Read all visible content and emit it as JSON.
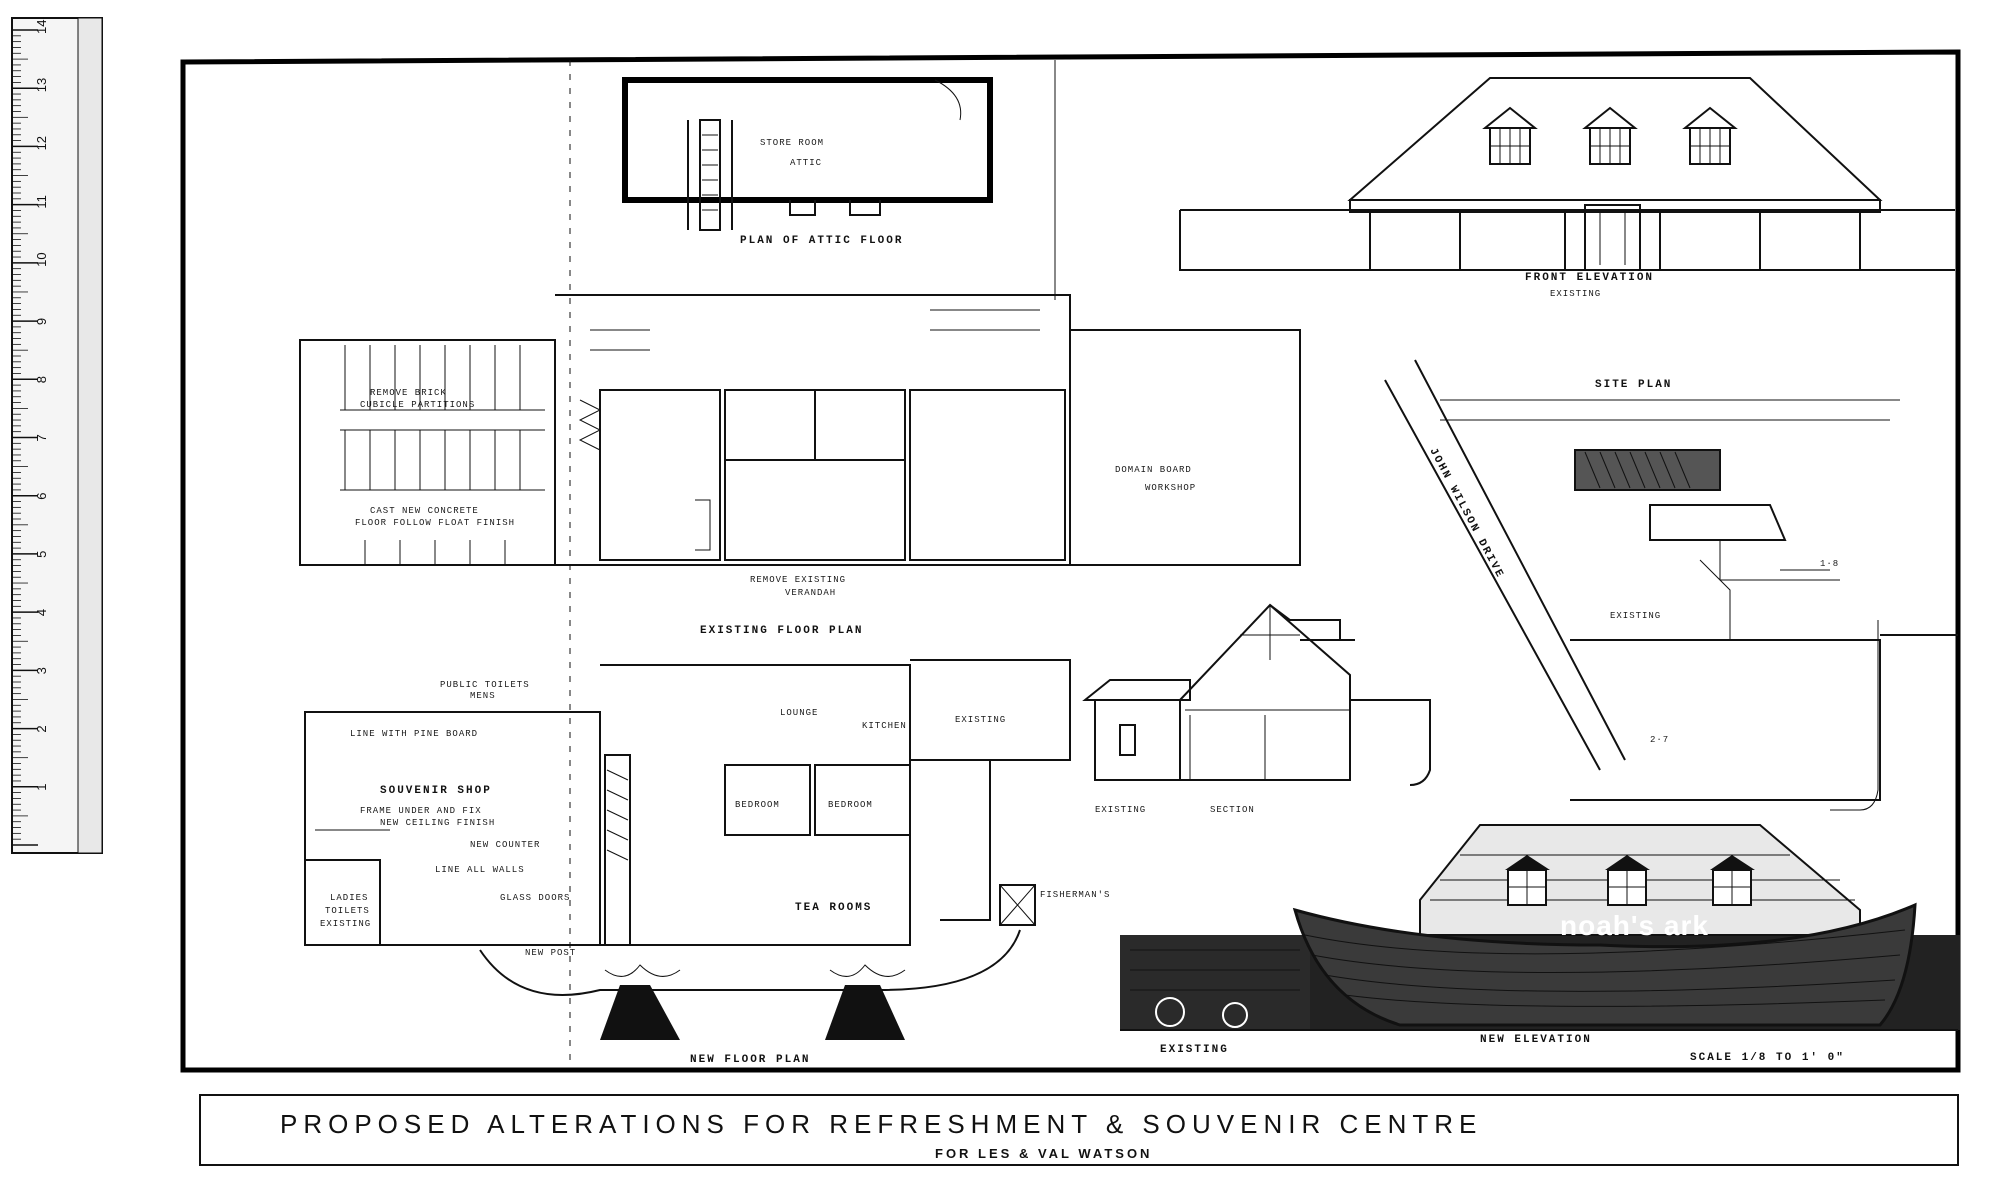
{
  "title": {
    "main": "PROPOSED ALTERATIONS FOR REFRESHMENT & SOUVENIR CENTRE",
    "client": "FOR LES & VAL WATSON"
  },
  "attic_plan": {
    "label": "PLAN OF ATTIC FLOOR",
    "store": "STORE ROOM",
    "store2": "ATTIC"
  },
  "front_elevation": {
    "label": "FRONT ELEVATION",
    "status": "EXISTING"
  },
  "existing_plan": {
    "label": "EXISTING FLOOR PLAN",
    "remove_brick": "REMOVE BRICK",
    "cubicle": "CUBICLE PARTITIONS",
    "cast_new": "CAST NEW CONCRETE",
    "floor_finish": "FLOOR FOLLOW FLOAT FINISH",
    "remove_existing": "REMOVE EXISTING",
    "verandah": "VERANDAH",
    "domain_board": "DOMAIN BOARD",
    "workshop": "WORKSHOP"
  },
  "site_plan": {
    "label": "SITE PLAN",
    "road": "JOHN WILSON DRIVE",
    "existing": "EXISTING",
    "dim_a": "1·8",
    "dim_b": "2·7"
  },
  "new_plan": {
    "label": "NEW FLOOR PLAN",
    "public_toilets": "PUBLIC TOILETS",
    "mens": "MENS",
    "line_with_pine": "LINE WITH PINE BOARD",
    "souvenir_shop": "SOUVENIR SHOP",
    "frame_under": "FRAME UNDER AND FIX",
    "new_ceiling": "NEW CEILING FINISH",
    "new_counter": "NEW COUNTER",
    "line_all_walls": "LINE ALL WALLS",
    "glass_doors": "GLASS DOORS",
    "ladies": "LADIES",
    "toilets": "TOILETS",
    "existing": "EXISTING",
    "lounge": "LOUNGE",
    "kitchen": "KITCHEN",
    "bedroom1": "BEDROOM",
    "bedroom2": "BEDROOM",
    "tea_rooms": "TEA ROOMS",
    "new_post": "NEW POST",
    "existing_right": "EXISTING",
    "fishermans": "FISHERMAN'S"
  },
  "section": {
    "existing": "EXISTING",
    "section": "SECTION"
  },
  "new_elevation": {
    "existing": "EXISTING",
    "label": "NEW ELEVATION",
    "sign": "noah's ark",
    "scale": "SCALE 1/8 TO 1' 0\""
  },
  "ruler": {
    "numbers": [
      "14",
      "13",
      "12",
      "11",
      "10",
      "9",
      "8",
      "7",
      "6",
      "5",
      "4",
      "3",
      "2",
      "1"
    ]
  }
}
